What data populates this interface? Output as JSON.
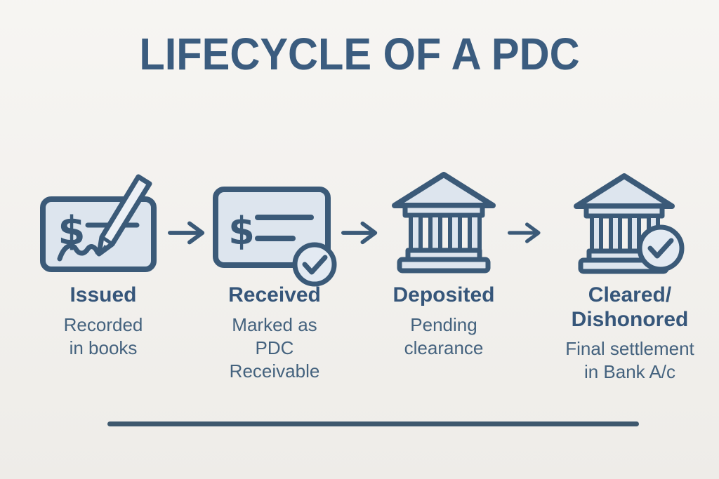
{
  "title": "LIFECYCLE OF A PDC",
  "stages": [
    {
      "id": "issued",
      "heading": "Issued",
      "description": "Recorded\nin books",
      "icon": "cheque-pen-icon"
    },
    {
      "id": "received",
      "heading": "Received",
      "description": "Marked as\nPDC Receivable",
      "icon": "cheque-verified-icon"
    },
    {
      "id": "deposited",
      "heading": "Deposited",
      "description": "Pending\nclearance",
      "icon": "bank-icon"
    },
    {
      "id": "cleared-dishonored",
      "heading": "Cleared/\nDishonored",
      "description": "Final settlement\nin Bank A/c",
      "icon": "bank-verified-icon"
    }
  ],
  "connector_icon": "right-arrow-icon",
  "divider": {
    "present": true
  },
  "colors": {
    "background": "#f2f0ec",
    "ink": "#3b5a78",
    "title_text": "#3b5c7f",
    "heading_text": "#36567a",
    "body_text": "#44627e",
    "icon_fill": "#dde5ee",
    "badge_fill": "#e3eaf2",
    "pen_fill": "#ecf0f5",
    "divider": "#3e586e"
  }
}
